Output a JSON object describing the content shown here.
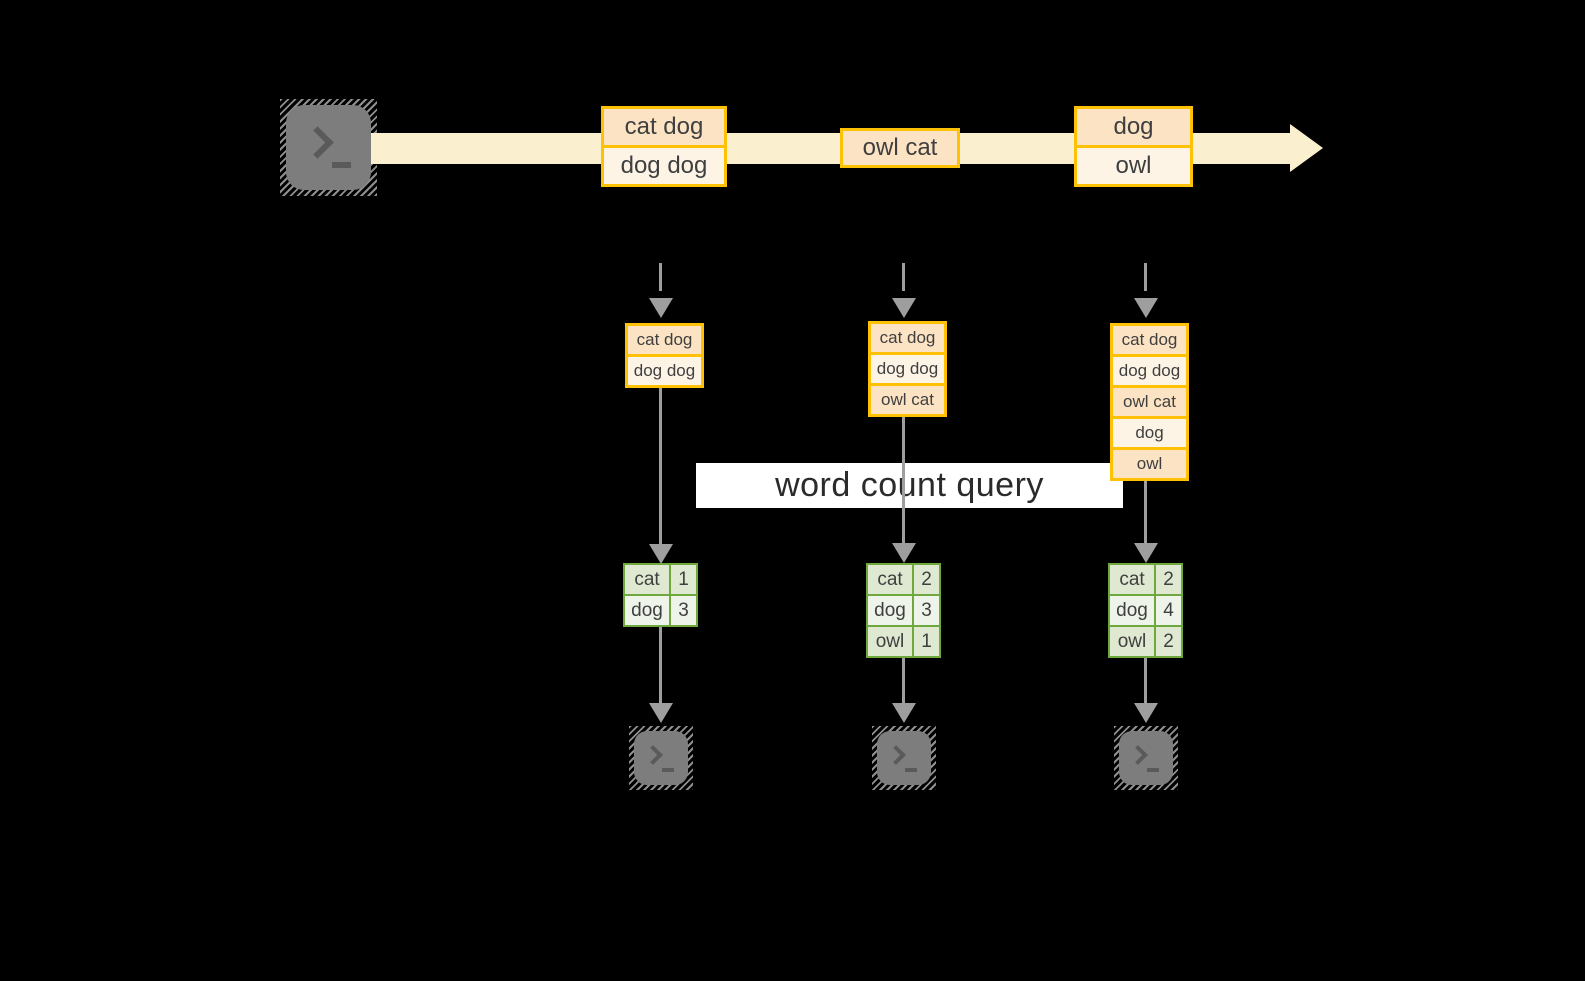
{
  "banner": {
    "label": "word count query"
  },
  "stream": {
    "event_groups": [
      {
        "lines": [
          "cat dog",
          "dog dog"
        ]
      },
      {
        "lines": [
          "owl cat"
        ]
      },
      {
        "lines": [
          "dog",
          "owl"
        ]
      }
    ]
  },
  "batches": [
    {
      "lines": [
        "cat dog",
        "dog dog"
      ]
    },
    {
      "lines": [
        "cat dog",
        "dog dog",
        "owl cat"
      ]
    },
    {
      "lines": [
        "cat dog",
        "dog dog",
        "owl cat",
        "dog",
        "owl"
      ]
    }
  ],
  "tables": [
    {
      "rows": [
        {
          "word": "cat",
          "count": "1"
        },
        {
          "word": "dog",
          "count": "3"
        }
      ]
    },
    {
      "rows": [
        {
          "word": "cat",
          "count": "2"
        },
        {
          "word": "dog",
          "count": "3"
        },
        {
          "word": "owl",
          "count": "1"
        }
      ]
    },
    {
      "rows": [
        {
          "word": "cat",
          "count": "2"
        },
        {
          "word": "dog",
          "count": "4"
        },
        {
          "word": "owl",
          "count": "2"
        }
      ]
    }
  ],
  "icons": {
    "source": "terminal-icon",
    "sinks": [
      "terminal-icon",
      "terminal-icon",
      "terminal-icon"
    ]
  },
  "colors": {
    "background": "#000000",
    "stream_arrow": "#FAF0CF",
    "record_border": "#FFC103",
    "record_fill_dark": "#FBE3C4",
    "record_fill_light": "#FDF4E6",
    "table_border": "#6FA83C",
    "table_fill_dark": "#DFE9D2",
    "table_fill_light": "#EFF4EA",
    "flow_arrow": "#9E9E9E",
    "terminal_fill": "#7D7D7D",
    "banner_bg": "#FFFFFF",
    "text": "#3F3F3F"
  }
}
